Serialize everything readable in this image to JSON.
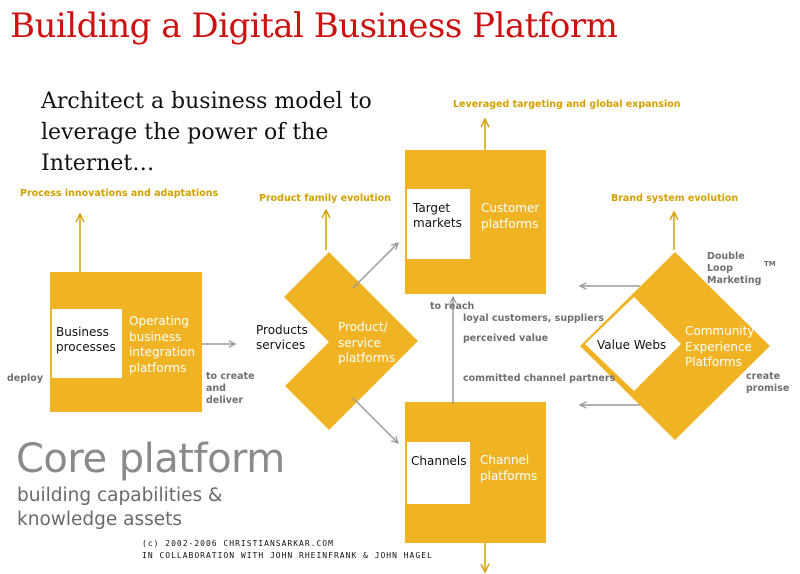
{
  "title": "Building a Digital Business Platform",
  "subtitle": "Architect a business model to leverage the power of the Internet…",
  "evolutions": {
    "process": "Process innovations and adaptations",
    "product": "Product family evolution",
    "targeting": "Leveraged targeting and global expansion",
    "brand": "Brand system evolution"
  },
  "nodes": {
    "business": {
      "white_label": "Business processes",
      "yellow_label": "Operating business integration platforms"
    },
    "products": {
      "white_label": "Products services",
      "yellow_label": "Product/ service platforms"
    },
    "target": {
      "white_label": "Target markets",
      "yellow_label": "Customer platforms"
    },
    "channels": {
      "white_label": "Channels",
      "yellow_label": "Channel platforms"
    },
    "value_webs": {
      "white_label": "Value Webs",
      "yellow_label": "Community Experience Platforms"
    }
  },
  "side_labels": {
    "deploy": "deploy",
    "to_create_deliver": "to create and deliver",
    "to_reach": "to reach",
    "loyal": "loyal customers, suppliers",
    "perceived": "perceived value",
    "committed": "committed channel partners",
    "double_loop": "Double Loop Marketing",
    "tm": "TM",
    "create_promise": "create promise"
  },
  "core": {
    "heading": "Core platform",
    "text": "building capabilities & knowledge assets"
  },
  "credits": {
    "line1": "(c) 2002-2006 CHRISTIANSARKAR.COM",
    "line2": "IN COLLABORATION WITH JOHN RHEINFRANK & JOHN HAGEL"
  },
  "colors": {
    "title": "#cc1111",
    "box": "#f0b323",
    "evolution_text": "#d4a000",
    "arrows": "#9a9a9a"
  }
}
